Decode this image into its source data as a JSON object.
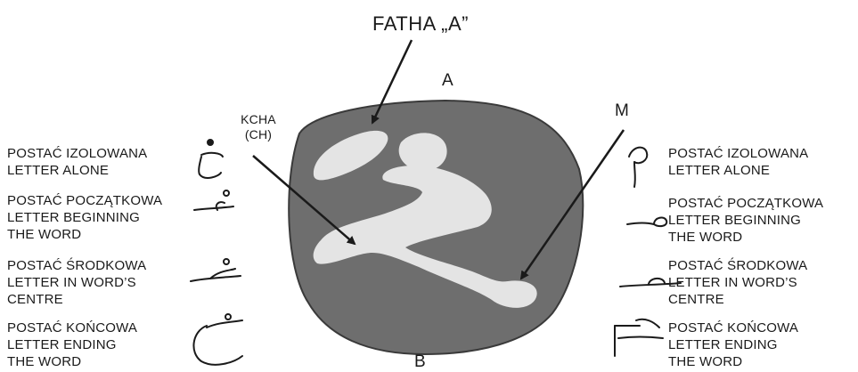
{
  "labels": {
    "fatha": "FATHA „A”",
    "a": "A",
    "b": "B",
    "m": "M",
    "kcha_1": "KCHA",
    "kcha_2": "(CH)"
  },
  "forms_left": [
    {
      "line1": "POSTAĆ IZOLOWANA",
      "line2": "LETTER ALONE",
      "line3": ""
    },
    {
      "line1": "POSTAĆ POCZĄTKOWA",
      "line2": "LETTER BEGINNING",
      "line3": "THE WORD"
    },
    {
      "line1": "POSTAĆ ŚRODKOWA",
      "line2": "LETTER IN WORD’S",
      "line3": "CENTRE"
    },
    {
      "line1": "POSTAĆ KOŃCOWA",
      "line2": "LETTER ENDING",
      "line3": "THE WORD"
    }
  ],
  "forms_right": [
    {
      "line1": "POSTAĆ IZOLOWANA",
      "line2": "LETTER ALONE",
      "line3": ""
    },
    {
      "line1": "POSTAĆ POCZĄTKOWA",
      "line2": "LETTER BEGINNING",
      "line3": "THE WORD"
    },
    {
      "line1": "POSTAĆ ŚRODKOWA",
      "line2": "LETTER IN WORD’S",
      "line3": "CENTRE"
    },
    {
      "line1": "POSTAĆ KOŃCOWA",
      "line2": "LETTER ENDING",
      "line3": "THE WORD"
    }
  ],
  "colors": {
    "disc": "#6e6e6e",
    "disc_edge": "#3a3a3a",
    "inlay": "#e4e4e4",
    "ink": "#1a1a1a"
  }
}
